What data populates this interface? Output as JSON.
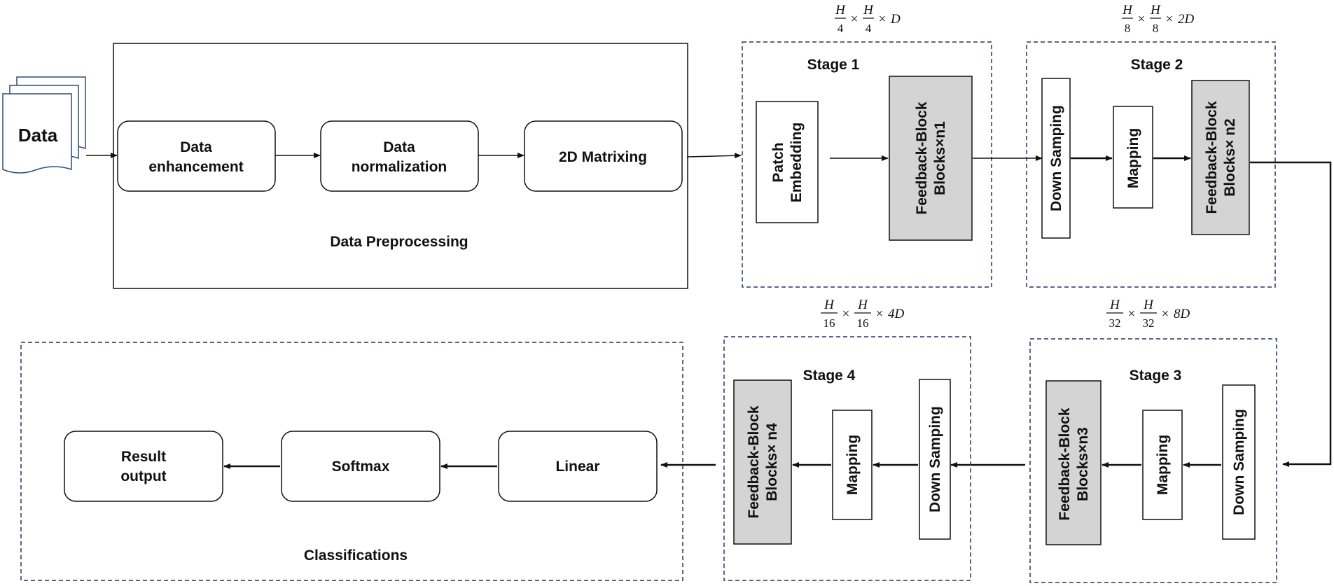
{
  "data_source": {
    "label": "Data"
  },
  "preprocessing": {
    "title": "Data Preprocessing",
    "steps": [
      {
        "line1": "Data",
        "line2": "enhancement"
      },
      {
        "line1": "Data",
        "line2": "normalization"
      },
      {
        "line1": "2D Matrixing",
        "line2": ""
      }
    ]
  },
  "stages": [
    {
      "title": "Stage 1",
      "dims": {
        "num": "H",
        "den": "4",
        "factor": "D"
      },
      "blocks": [
        {
          "line1": "Patch",
          "line2": "Embedding"
        },
        {
          "line1": "Feedback-Block",
          "line2": "Blocks×n1"
        }
      ]
    },
    {
      "title": "Stage 2",
      "dims": {
        "num": "H",
        "den": "8",
        "factor": "2D"
      },
      "blocks": [
        {
          "line1": "Down Samping"
        },
        {
          "line1": "Mapping"
        },
        {
          "line1": "Feedback-Block",
          "line2": "Blocks× n2"
        }
      ]
    },
    {
      "title": "Stage 3",
      "dims": {
        "num": "H",
        "den": "32",
        "factor": "8D"
      },
      "blocks": [
        {
          "line1": "Down Samping"
        },
        {
          "line1": "Mapping"
        },
        {
          "line1": "Feedback-Block",
          "line2": "Blocks×n3"
        }
      ]
    },
    {
      "title": "Stage 4",
      "dims": {
        "num": "H",
        "den": "16",
        "factor": "4D"
      },
      "blocks": [
        {
          "line1": "Down Samping"
        },
        {
          "line1": "Mapping"
        },
        {
          "line1": "Feedback-Block",
          "line2": "Blocks× n4"
        }
      ]
    }
  ],
  "classification": {
    "title": "Classifications",
    "steps": [
      {
        "line1": "Linear",
        "line2": ""
      },
      {
        "line1": "Softmax",
        "line2": ""
      },
      {
        "line1": "Result",
        "line2": "output"
      }
    ]
  },
  "times_symbol": "×",
  "colors": {
    "stroke": "#111111",
    "stage_dash": "#2e2e6b",
    "feedback_fill": "#d4d4d4"
  }
}
